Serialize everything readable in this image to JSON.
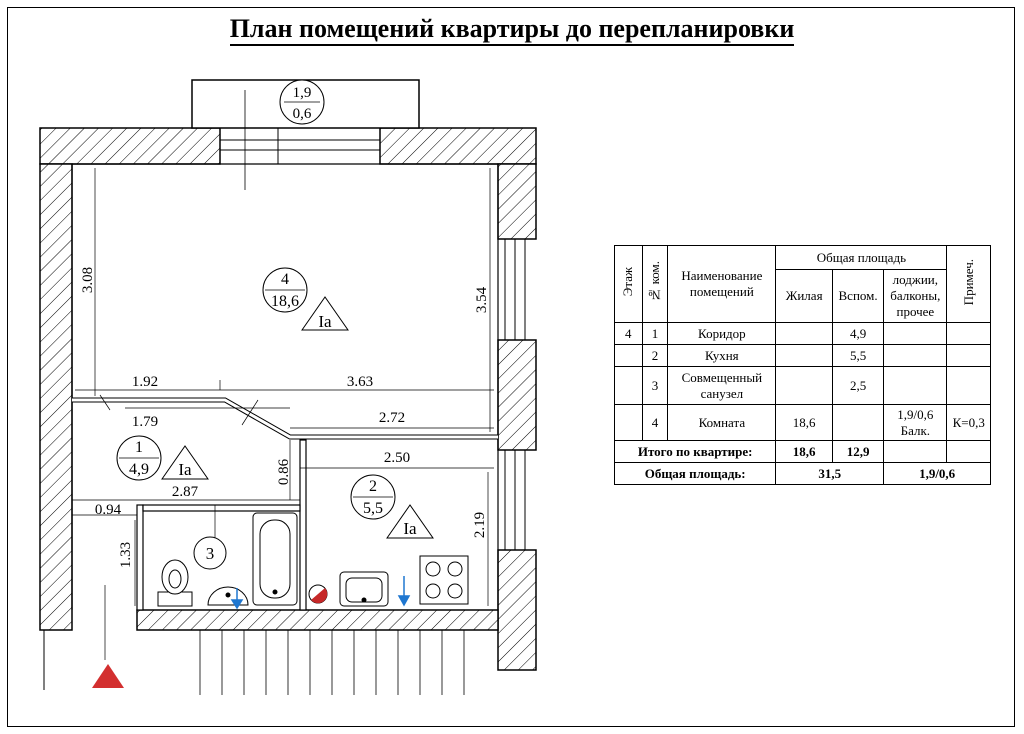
{
  "title": "План помещений квартиры до перепланировки",
  "balcony": {
    "num": "1,9",
    "den": "0,6"
  },
  "rooms": [
    {
      "num": "4",
      "area": "18,6",
      "class": "Iа"
    },
    {
      "num": "1",
      "area": "4,9",
      "class": "Iа"
    },
    {
      "num": "2",
      "area": "5,5",
      "class": "Iа"
    },
    {
      "num": "3"
    }
  ],
  "dims": {
    "d308": "3.08",
    "d354": "3.54",
    "d192": "1.92",
    "d363": "3.63",
    "d179": "1.79",
    "d272": "2.72",
    "d086": "0.86",
    "d250": "2.50",
    "d287": "2.87",
    "d094": "0.94",
    "d133": "1.33",
    "d219": "2.19"
  },
  "table": {
    "headers": {
      "floor": "Этаж",
      "num": "№ ком.",
      "name": "Наименование помещений",
      "total": "Общая площадь",
      "living": "Жилая",
      "aux": "Вспом.",
      "other": "лоджии, балконы, прочее",
      "note": "Примеч."
    },
    "rows": [
      {
        "floor": "4",
        "num": "1",
        "name": "Коридор",
        "living": "",
        "aux": "4,9",
        "other": "",
        "note": ""
      },
      {
        "floor": "",
        "num": "2",
        "name": "Кухня",
        "living": "",
        "aux": "5,5",
        "other": "",
        "note": ""
      },
      {
        "floor": "",
        "num": "3",
        "name": "Совмещенный санузел",
        "living": "",
        "aux": "2,5",
        "other": "",
        "note": ""
      },
      {
        "floor": "",
        "num": "4",
        "name": "Комната",
        "living": "18,6",
        "aux": "",
        "other": "1,9/0,6 Балк.",
        "note": "К=0,3"
      }
    ],
    "total_label": "Итого по квартире:",
    "total_living": "18,6",
    "total_aux": "12,9",
    "grand_label": "Общая площадь:",
    "grand_value": "31,5",
    "grand_other": "1,9/0,6"
  }
}
